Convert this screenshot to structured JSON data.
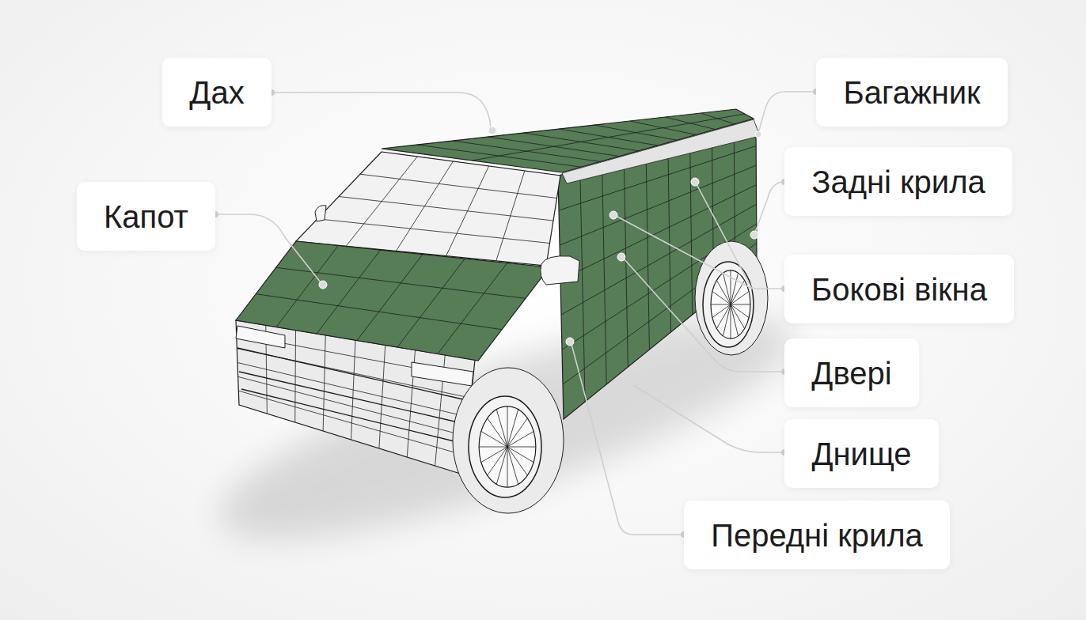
{
  "diagram": {
    "nodes": [
      {
        "text": [
          "Дах"
        ]
      },
      {
        "text": [
          "Багажник"
        ]
      },
      {
        "text": [
          "Капот"
        ]
      },
      {
        "text": [
          "Задні крила"
        ]
      },
      {
        "text": [
          "Бокові вікна"
        ]
      },
      {
        "text": [
          "Двері"
        ]
      },
      {
        "text": [
          "Днище"
        ]
      },
      {
        "text": [
          "Передні крила"
        ]
      }
    ]
  }
}
